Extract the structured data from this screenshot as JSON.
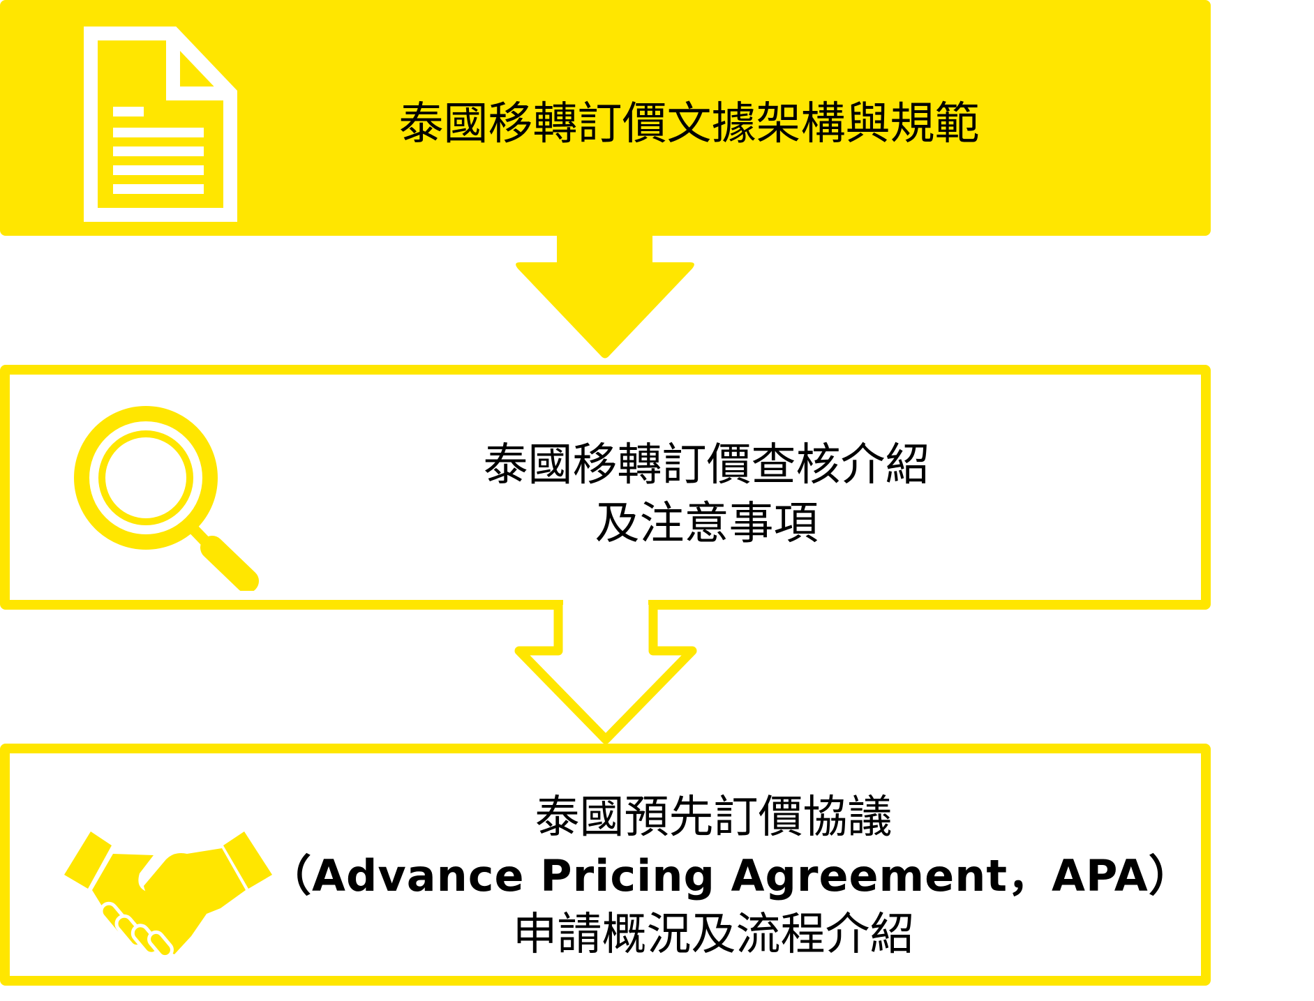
{
  "colors": {
    "accent": "#FFE600",
    "text": "#000000",
    "background": "#FFFFFF"
  },
  "steps": [
    {
      "icon": "document-icon",
      "style": "filled",
      "lines": [
        "泰國移轉訂價文據架構與規範"
      ]
    },
    {
      "icon": "magnifier-icon",
      "style": "outline",
      "lines": [
        "泰國移轉訂價查核介紹",
        "及注意事項"
      ]
    },
    {
      "icon": "handshake-icon",
      "style": "outline",
      "lines": [
        "泰國預先訂價協議",
        "（Advance Pricing Agreement，APA）",
        "申請概況及流程介紹"
      ]
    }
  ],
  "arrows": [
    {
      "style": "filled",
      "direction": "down"
    },
    {
      "style": "outline",
      "direction": "down"
    }
  ]
}
